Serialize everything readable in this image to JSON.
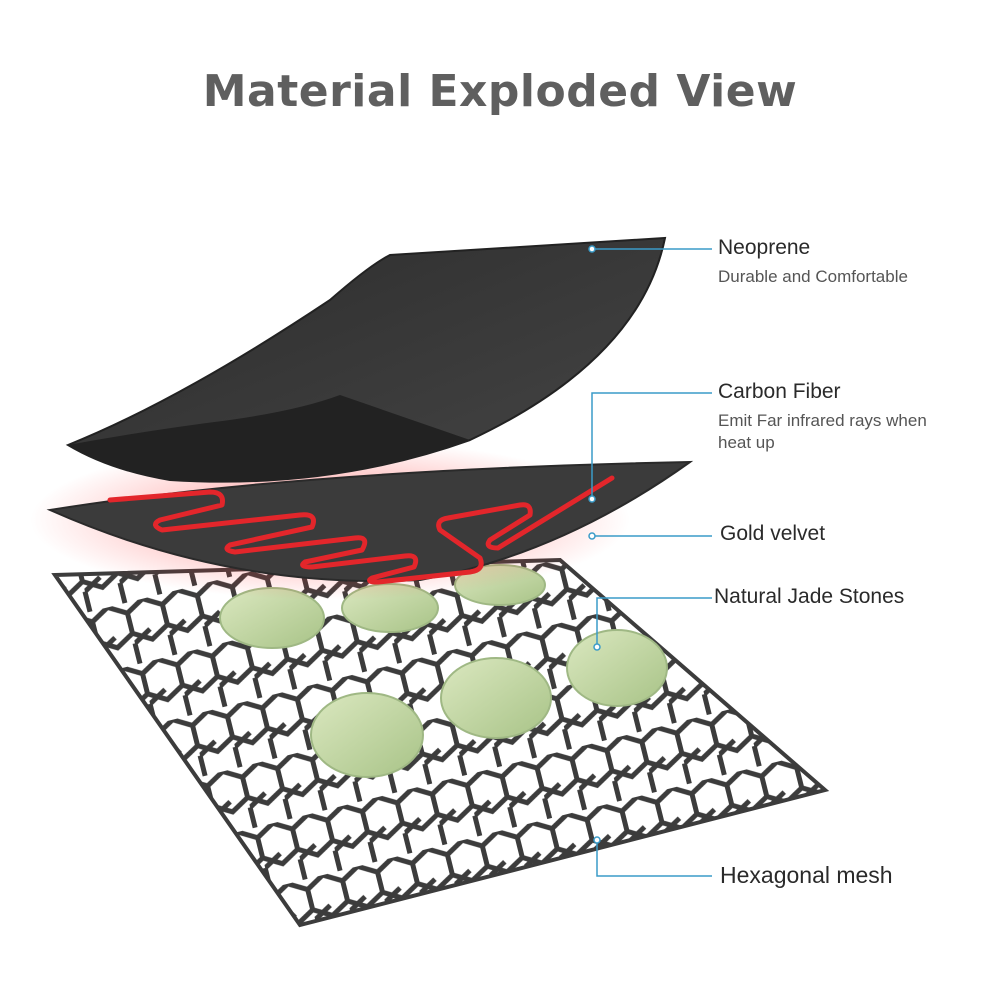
{
  "title": "Material Exploded View",
  "colors": {
    "title": "#5f5f5f",
    "leader": "#3a9bc8",
    "neoprene": "#3a3a3a",
    "heater": "#e3262b",
    "mesh": "#3c3c3c",
    "jade": "#c9dba8"
  },
  "layers": [
    {
      "name": "Neoprene",
      "desc": "Durable and Comfortable"
    },
    {
      "name": "Carbon Fiber",
      "desc": "Emit Far infrared rays when heat up"
    },
    {
      "name": "Gold velvet",
      "desc": ""
    },
    {
      "name": "Natural Jade Stones",
      "desc": ""
    },
    {
      "name": "Hexagonal mesh",
      "desc": ""
    }
  ]
}
